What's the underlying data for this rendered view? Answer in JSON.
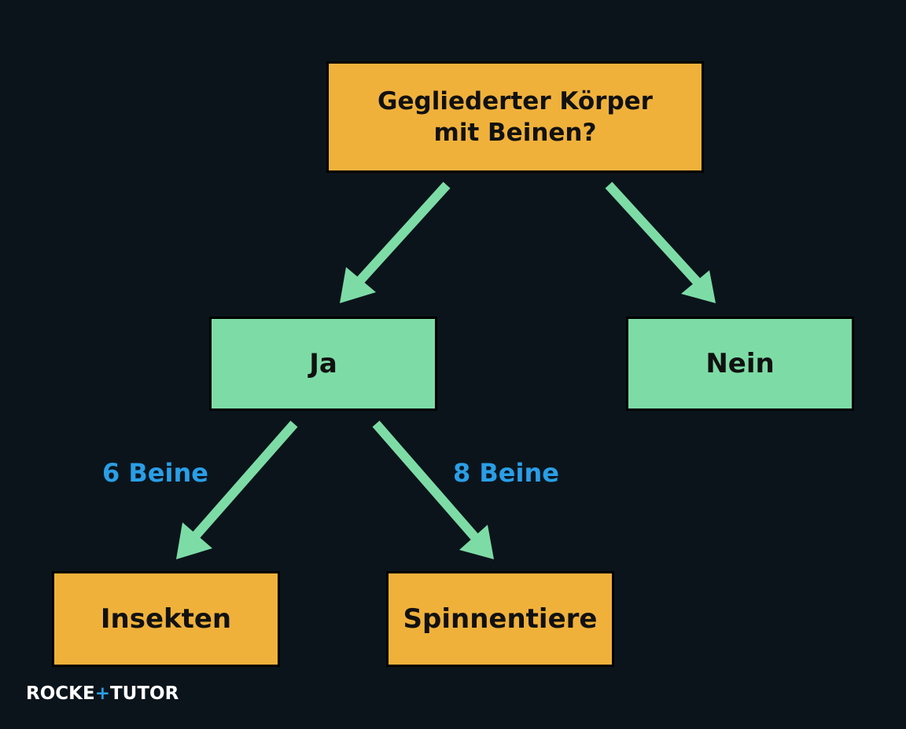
{
  "diagram": {
    "root": {
      "text": "Gegliederter Körper\nmit Beinen?"
    },
    "yes": {
      "text": "Ja"
    },
    "no": {
      "text": "Nein"
    },
    "insects": {
      "text": "Insekten"
    },
    "arachnids": {
      "text": "Spinnentiere"
    },
    "edge_labels": {
      "six_legs": "6 Beine",
      "eight_legs": "8 Beine"
    }
  },
  "logo": {
    "part1": "ROCKE",
    "part2": "+",
    "part3": "TUTOR"
  },
  "colors": {
    "background": "#0b141b",
    "orange_box": "#f0b13b",
    "green_box": "#7ddca6",
    "arrow": "#7ddca6",
    "edge_label": "#2a9ee6",
    "logo_text": "#ffffff",
    "logo_accent": "#2a9ee6"
  }
}
